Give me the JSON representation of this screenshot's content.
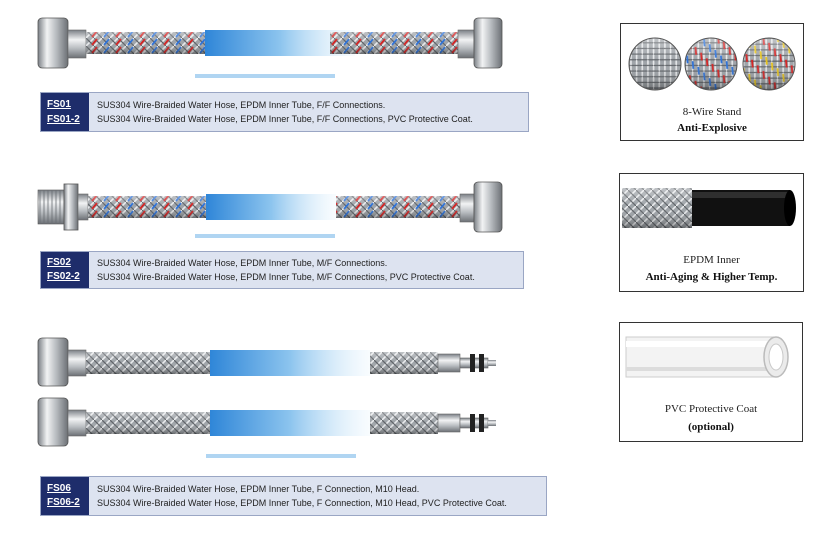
{
  "products": [
    {
      "code1": "FS01",
      "code2": "FS01-2",
      "line1": "SUS304 Wire-Braided Water Hose, EPDM Inner Tube, F/F Connections.",
      "line2": "SUS304 Wire-Braided Water Hose, EPDM Inner Tube, F/F Connections,  PVC Protective Coat."
    },
    {
      "code1": "FS02",
      "code2": "FS02-2",
      "line1": "SUS304 Wire-Braided Water Hose, EPDM Inner Tube, M/F Connections.",
      "line2": "SUS304 Wire-Braided Water Hose, EPDM Inner Tube, M/F Connections,  PVC Protective  Coat."
    },
    {
      "code1": "FS06",
      "code2": "FS06-2",
      "line1": "SUS304 Wire-Braided Water Hose, EPDM Inner Tube, F Connection,  M10 Head.",
      "line2": "SUS304 Wire-Braided Water Hose, EPDM Inner Tube, F Connection,  M10 Head, PVC Protective  Coat."
    }
  ],
  "features": [
    {
      "caption1": "8-Wire Stand",
      "caption2": "Anti-Explosive"
    },
    {
      "caption1": "EPDM Inner",
      "caption2": "Anti-Aging & Higher Temp."
    },
    {
      "caption1": "PVC Protective Coat",
      "caption2": "(optional)"
    }
  ],
  "colors": {
    "code_bg": "#1e2d6b",
    "info_bg": "#dde3f0",
    "wire_red": "#d42020",
    "wire_blue": "#2a6fd6",
    "wire_yellow": "#e6c21a"
  }
}
